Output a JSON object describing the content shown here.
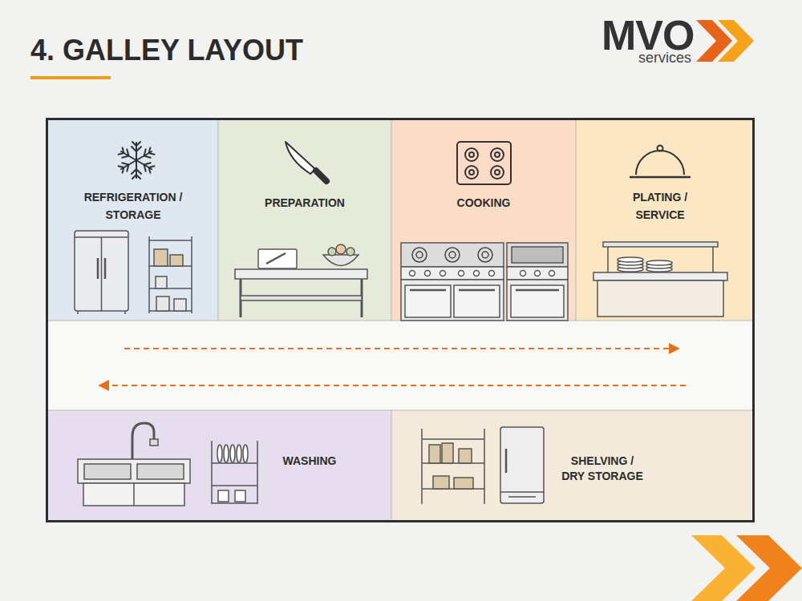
{
  "diagram": {
    "title": "4. GALLEY LAYOUT",
    "nodes": [
      {
        "text": [
          "REFRIGERATION / STORAGE"
        ]
      },
      {
        "text": [
          "PREPARATION"
        ]
      },
      {
        "text": [
          "COOKING"
        ]
      },
      {
        "text": [
          "PLATING / SERVICE"
        ]
      },
      {
        "text": [
          "WASHING"
        ]
      },
      {
        "text": [
          "SHELVING / DRY STORAGE"
        ]
      }
    ],
    "labels": [
      "MVO",
      "services"
    ]
  }
}
